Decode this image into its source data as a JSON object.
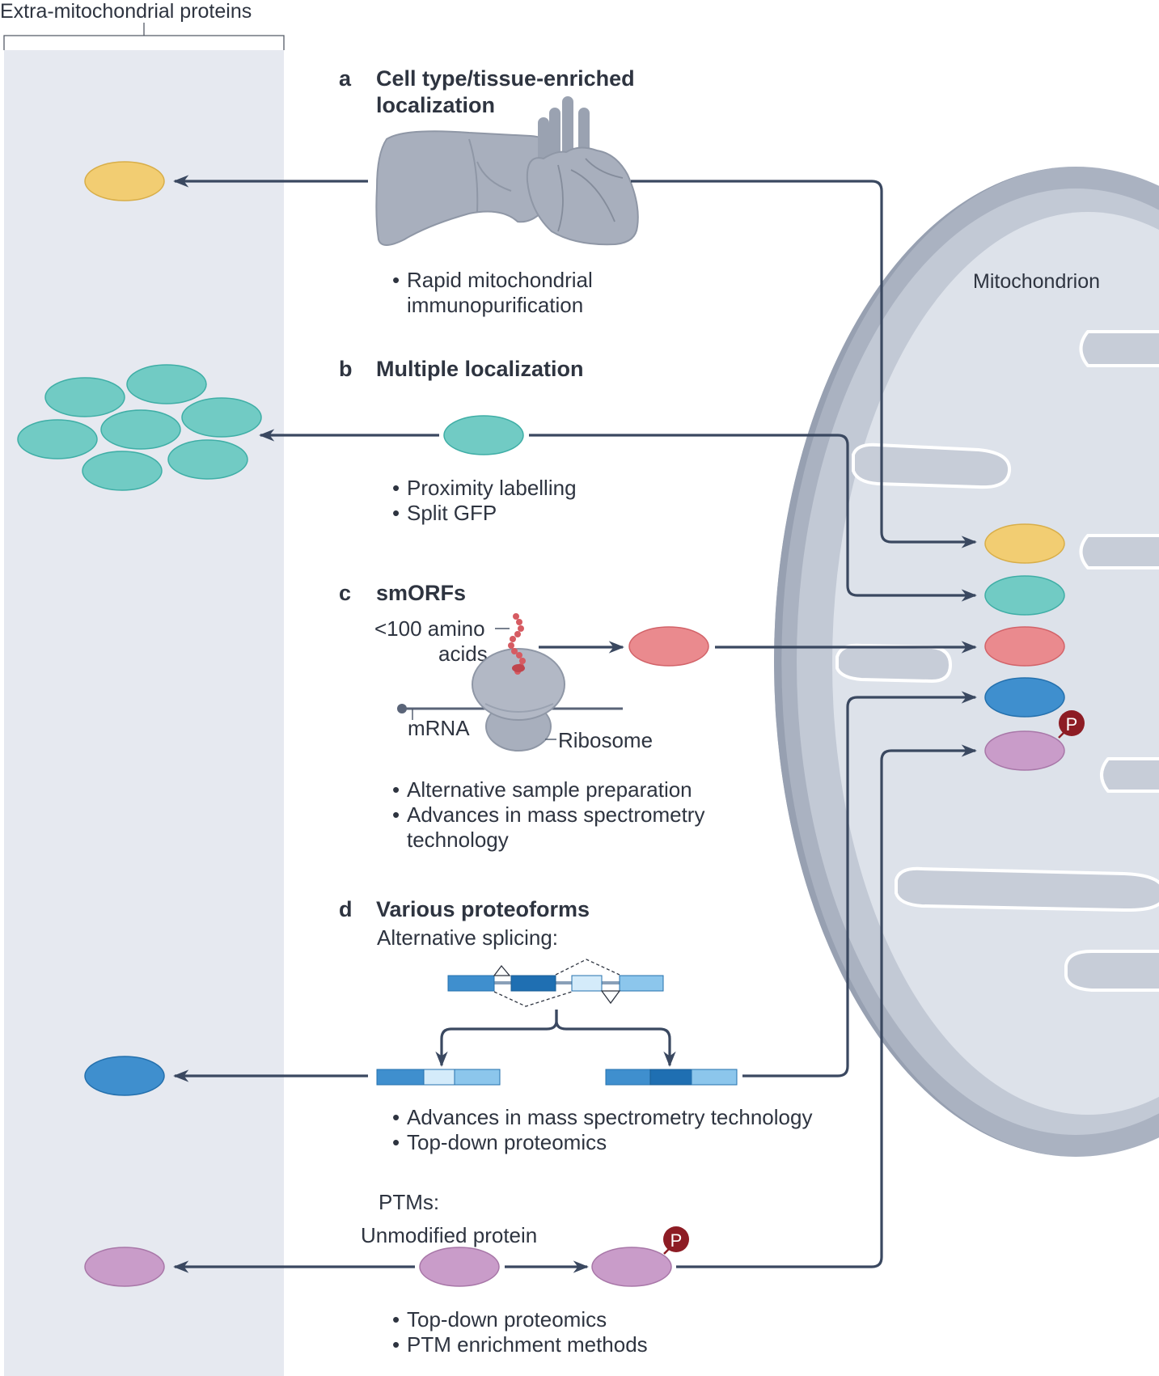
{
  "extra_label": "Extra-mitochondrial proteins",
  "mito_label": "Mitochondrion",
  "sections": {
    "a": {
      "letter": "a",
      "title_line1": "Cell type/tissue-enriched",
      "title_line2": "localization",
      "bullet1_line1": "Rapid mitochondrial",
      "bullet1_line2": "immunopurification"
    },
    "b": {
      "letter": "b",
      "title": "Multiple localization",
      "bullet1": "Proximity labelling",
      "bullet2": "Split GFP"
    },
    "c": {
      "letter": "c",
      "title": "smORFs",
      "amino_line1": "<100 amino",
      "amino_line2": "acids",
      "mrna": "mRNA",
      "ribosome": "Ribosome",
      "bullet1": "Alternative sample preparation",
      "bullet2_line1": "Advances in mass spectrometry",
      "bullet2_line2": "technology"
    },
    "d": {
      "letter": "d",
      "title": "Various proteoforms",
      "splicing": "Alternative splicing:",
      "bullet1": "Advances in mass spectrometry technology",
      "bullet2": "Top-down proteomics",
      "ptm_label": "PTMs:",
      "unmodified": "Unmodified protein",
      "bullet3": "Top-down proteomics",
      "bullet4": "PTM enrichment methods"
    }
  },
  "phospho": "P",
  "bullet_char": "•",
  "colors": {
    "panel": "#e6e9f0",
    "yellow": "#f2cd72",
    "teal": "#71cbc4",
    "red": "#ea8a8e",
    "blue": "#3f8fce",
    "purple": "#c99cc9",
    "phospho": "#8d1c24",
    "arrow": "#3a4860"
  }
}
